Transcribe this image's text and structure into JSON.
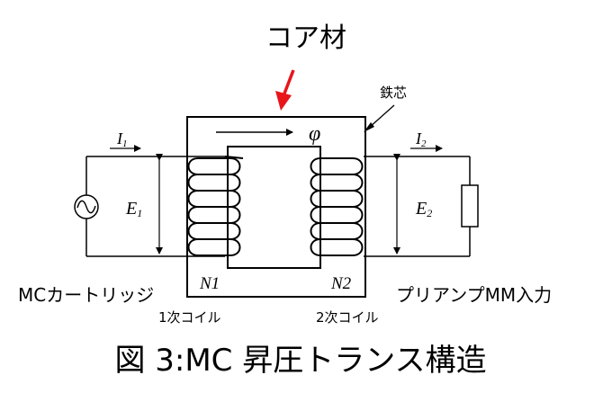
{
  "labels": {
    "core_material": "コア材",
    "iron_core": "鉄芯",
    "flux": "φ",
    "i1_main": "I",
    "i1_sub": "1",
    "i2_main": "I",
    "i2_sub": "2",
    "e1_main": "E",
    "e1_sub": "1",
    "e2_main": "E",
    "e2_sub": "2",
    "n1": "N1",
    "n2": "N2",
    "mc_cartridge": "MCカートリッジ",
    "preamp_mm_input": "プリアンプMM入力",
    "coil1": "1次コイル",
    "coil2": "2次コイル",
    "caption": "図 3:MC 昇圧トランス構造"
  },
  "colors": {
    "core_arrow": "#e8141a",
    "line": "#000000"
  }
}
